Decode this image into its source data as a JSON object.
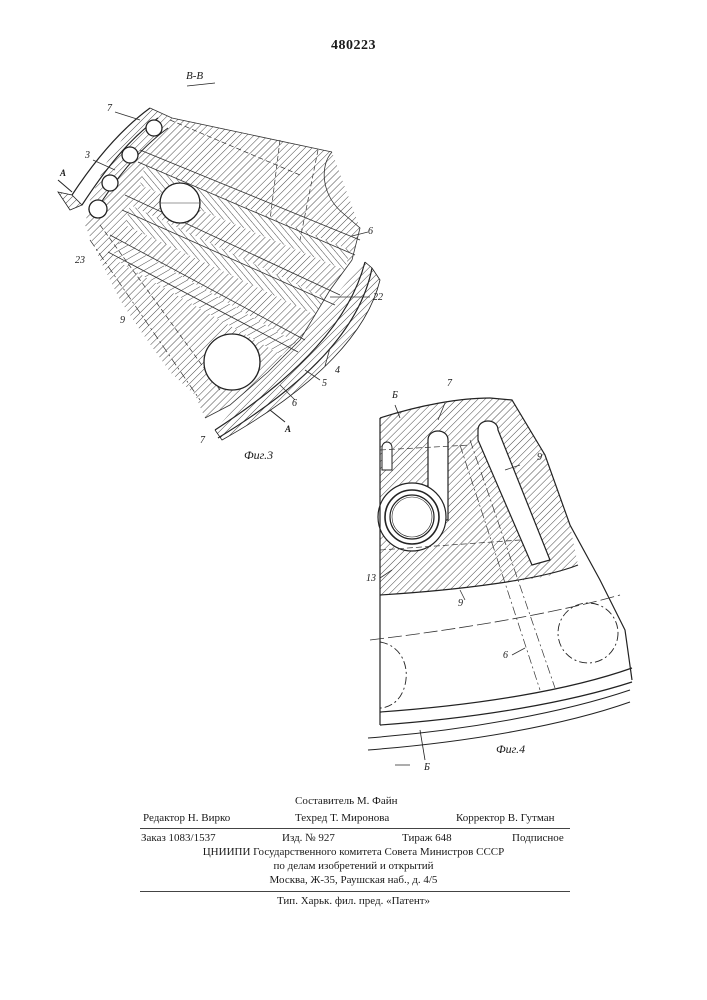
{
  "patent_number": "480223",
  "section_label": "В-В",
  "fig3": {
    "caption": "Фиг.3",
    "labels": {
      "l7": "7",
      "l3": "3",
      "lA_top": "А",
      "l23": "23",
      "l9": "9",
      "l6_top": "6",
      "l22": "22",
      "l4": "4",
      "l5": "5",
      "l6_bottom": "6",
      "l7_bottom": "7",
      "lA_bottom": "А"
    }
  },
  "fig4": {
    "caption": "Фиг.4",
    "labels": {
      "lB_top": "Б",
      "l7": "7",
      "l9_right": "9",
      "l13": "13",
      "l9_bottom": "9",
      "l6": "6",
      "lB_bottom": "Б"
    }
  },
  "footer": {
    "compiler": "Составитель М. Файн",
    "editor": "Редактор Н. Вирко",
    "techred": "Техред Т. Миронова",
    "corrector": "Корректор В. Гутман",
    "order": "Заказ 1083/1537",
    "izd": "Изд. № 927",
    "tirazh": "Тираж 648",
    "podpisnoe": "Подписное",
    "org1": "ЦНИИПИ Государственного комитета Совета Министров СССР",
    "org2": "по делам изобретений и открытий",
    "address": "Москва, Ж-35, Раушская наб., д. 4/5",
    "printer": "Тип. Харьк. фил. пред. «Патент»"
  }
}
